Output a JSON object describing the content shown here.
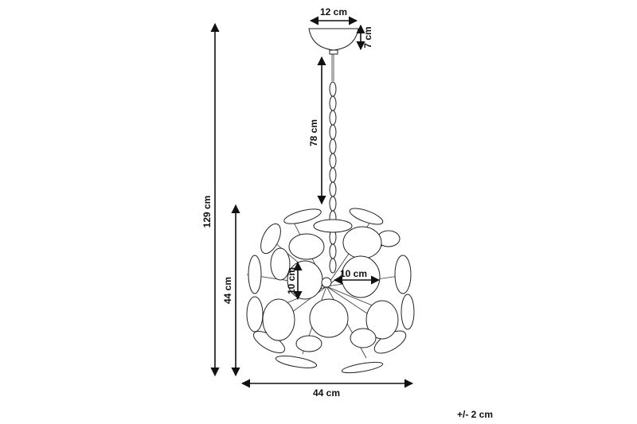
{
  "dimensions": {
    "canopy_width": "12 cm",
    "canopy_height": "7 cm",
    "chain_length": "78 cm",
    "total_height": "129 cm",
    "ball_height": "44 cm",
    "ball_width": "44 cm",
    "disc_height": "10 cm",
    "disc_width": "10 cm"
  },
  "tolerance": "+/- 2 cm"
}
